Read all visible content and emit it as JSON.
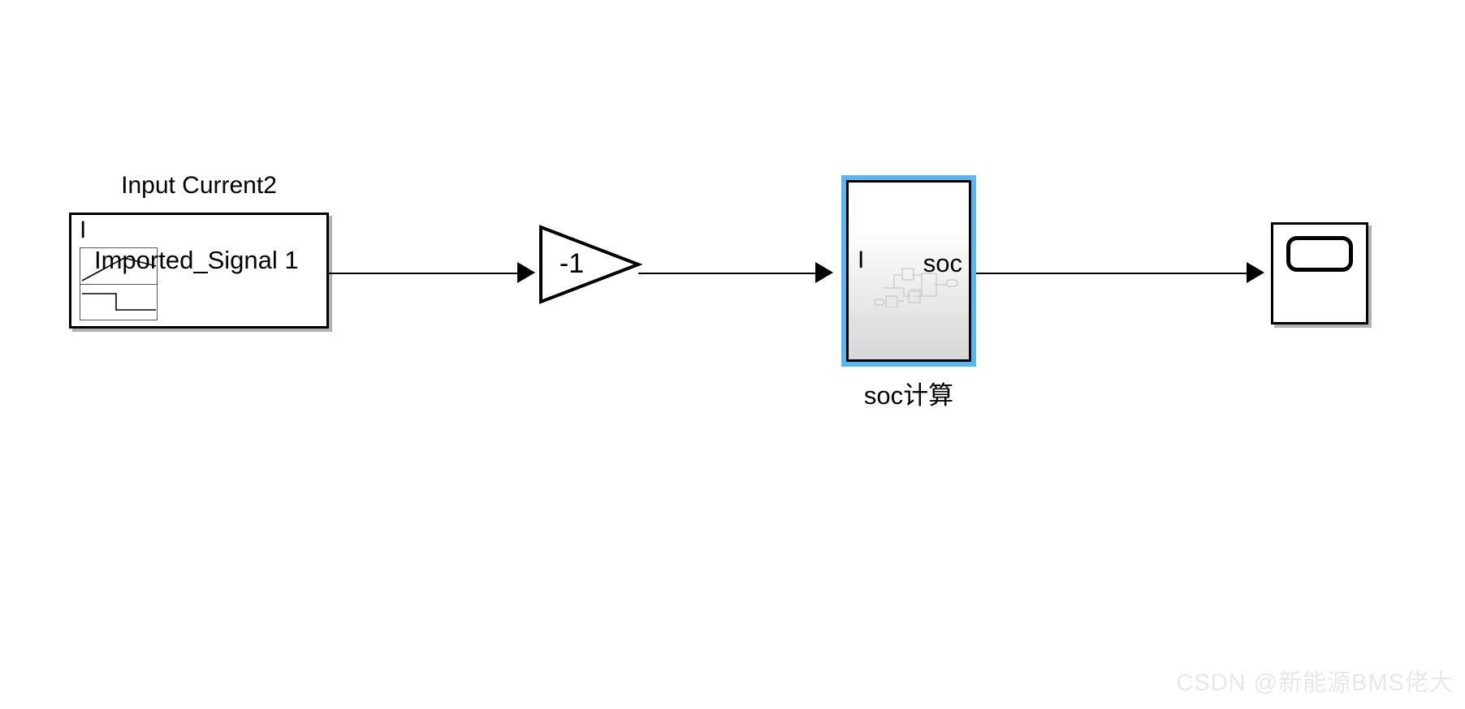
{
  "diagram": {
    "title": "SOC calculation model",
    "background_color": "#ffffff",
    "selection_color": "#5BB5EE",
    "line_color": "#000000"
  },
  "blocks": {
    "signal_source": {
      "caption": "Input Current2",
      "port_label": "I",
      "body_text": "Imported_Signal 1",
      "icon_name": "signal-builder-icon"
    },
    "gain": {
      "value_label": "-1",
      "icon_name": "gain-triangle-icon"
    },
    "subsystem": {
      "caption": "soc计算",
      "inport_label": "I",
      "outport_label": "soc",
      "selected": true,
      "icon_name": "subsystem-block-icon"
    },
    "scope": {
      "icon_name": "scope-icon"
    }
  },
  "signals": {
    "source_to_gain": "",
    "gain_to_subsystem": "",
    "subsystem_to_scope": ""
  },
  "watermark": {
    "text": "CSDN @新能源BMS佬大"
  }
}
